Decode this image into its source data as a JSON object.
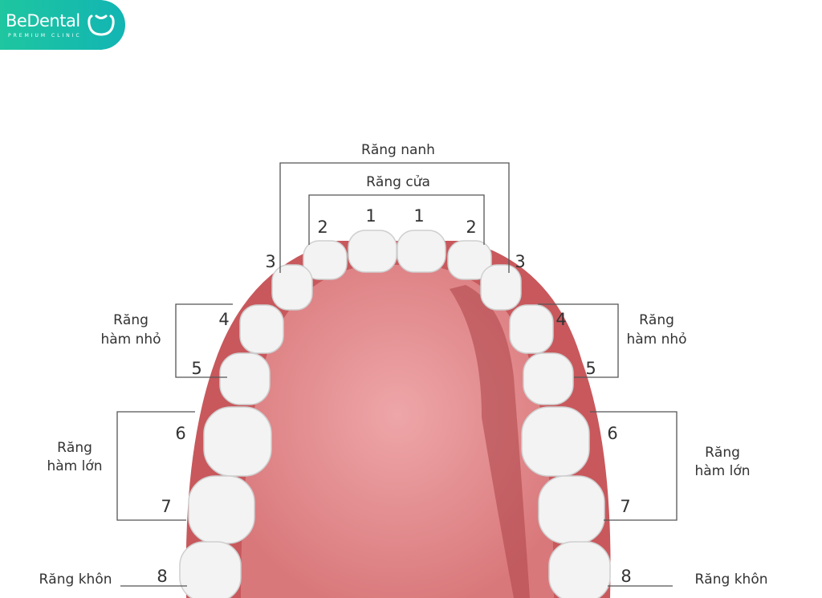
{
  "logo": {
    "brand": "BeDental",
    "tagline": "PREMIUM CLINIC"
  },
  "labels": {
    "canine": "Răng nanh",
    "incisor": "Răng cửa",
    "premolar_l1": "Răng",
    "premolar_l2": "hàm nhỏ",
    "premolar_r1": "Răng",
    "premolar_r2": "hàm nhỏ",
    "molar_l1": "Răng",
    "molar_l2": "hàm lớn",
    "molar_r1": "Răng",
    "molar_r2": "hàm lớn",
    "wisdom_left": "Răng khôn",
    "wisdom_right": "Răng khôn"
  },
  "numbers": {
    "n1": "1",
    "n2": "2",
    "n3": "3",
    "n4": "4",
    "n5": "5",
    "n6": "6",
    "n7": "7",
    "n8": "8"
  },
  "colors": {
    "brand": "#1fc6a0",
    "gum": "#d9787b",
    "palate": "#e89a9c",
    "tooth": "#f3f3f3"
  }
}
